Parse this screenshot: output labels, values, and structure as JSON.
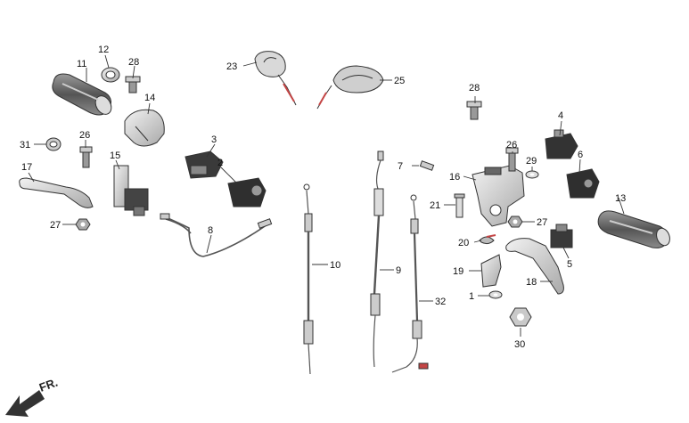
{
  "direction_label": "FR.",
  "callouts": {
    "c1": "1",
    "c2": "2",
    "c3": "3",
    "c4": "4",
    "c5": "5",
    "c6": "6",
    "c7": "7",
    "c8": "8",
    "c9": "9",
    "c10": "10",
    "c11": "11",
    "c12": "12",
    "c13": "13",
    "c14": "14",
    "c15": "15",
    "c16": "16",
    "c17": "17",
    "c18": "18",
    "c19": "19",
    "c20": "20",
    "c21": "21",
    "c23": "23",
    "c25": "25",
    "c26a": "26",
    "c26b": "26",
    "c27a": "27",
    "c27b": "27",
    "c28a": "28",
    "c28b": "28",
    "c29": "29",
    "c30": "30",
    "c31": "31",
    "c32": "32"
  },
  "colors": {
    "line": "#333333",
    "fill_light": "#e9e9e9",
    "fill_mid": "#bdbdbd",
    "fill_dark": "#6f6f6f",
    "accent": "#c44545"
  }
}
